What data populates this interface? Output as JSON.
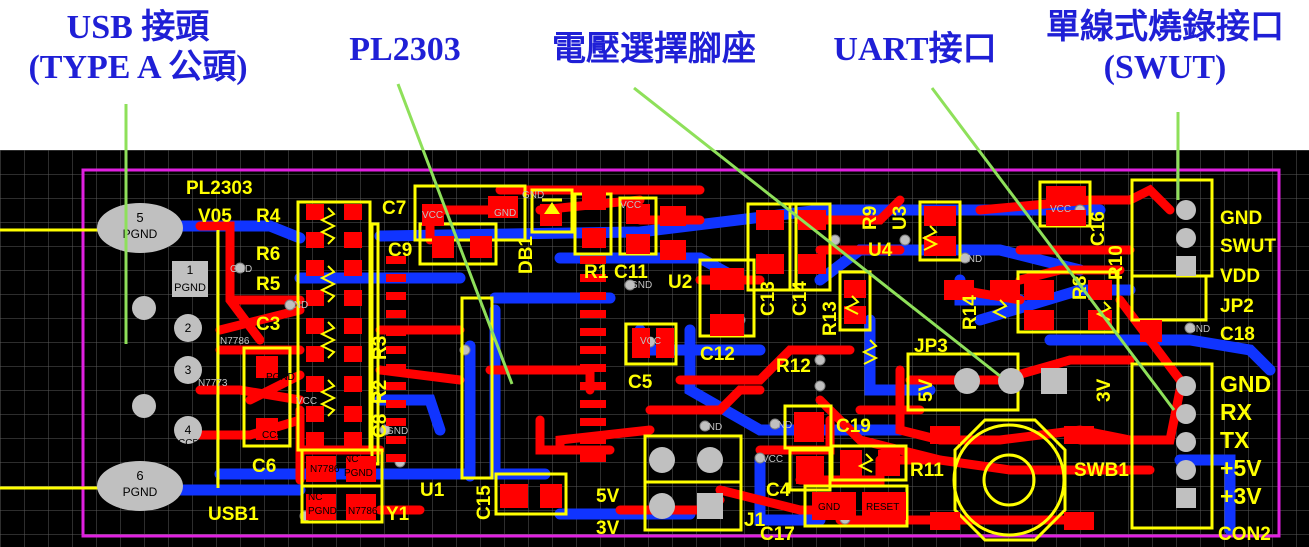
{
  "callouts": {
    "usb_line1": "USB 接頭",
    "usb_line2": "(TYPE A 公頭)",
    "pl2303": "PL2303",
    "voltage_jumper": "電壓選擇腳座",
    "uart": "UART接口",
    "swut_line1": "單線式燒錄接口",
    "swut_line2": "(SWUT)"
  },
  "silkscreen": {
    "pl2303": "PL2303",
    "v05": "V05",
    "r4": "R4",
    "r6": "R6",
    "r5": "R5",
    "c3": "C3",
    "r3": "R3",
    "r2": "R2",
    "c8": "C8",
    "c6": "C6",
    "usb1": "USB1",
    "u1": "U1",
    "y1": "Y1",
    "c7": "C7",
    "c9": "C9",
    "db1": "DB1",
    "r1": "R1",
    "c11": "C11",
    "u2": "U2",
    "c13": "C13",
    "c14": "C14",
    "c12": "C12",
    "c5": "C5",
    "r13": "R13",
    "r9": "R9",
    "u3": "U3",
    "u4": "U4",
    "r14": "R14",
    "r8": "R8",
    "r10": "R10",
    "c16": "C16",
    "c18": "C18",
    "jp2": "JP2",
    "jp3": "JP3",
    "r12": "R12",
    "c19": "C19",
    "r11": "R11",
    "swb1": "SWB1",
    "c15": "C15",
    "c4": "C4",
    "c17": "C17",
    "j1": "J1",
    "j1_5v": "5V",
    "j1_3v": "3V",
    "jp3_5v": "5V",
    "jp3_3v": "3V",
    "con2": "CON2"
  },
  "swut_header": {
    "labels": [
      "GND",
      "SWUT",
      "VDD"
    ]
  },
  "uart_header": {
    "labels": [
      "GND",
      "RX",
      "TX",
      "+5V",
      "+3V"
    ]
  },
  "usb_pads": [
    {
      "num": "5",
      "net": "PGND"
    },
    {
      "num": "1",
      "net": "PGND"
    },
    {
      "num": "2",
      "net": "N7786"
    },
    {
      "num": "3",
      "net": "N7773"
    },
    {
      "num": "4",
      "net": "CC5"
    },
    {
      "num": "6",
      "net": "PGND"
    }
  ],
  "net_labels": {
    "vcc": "VCC",
    "gnd": "GND",
    "pgnd": "PGND",
    "nc": "NC",
    "reset": "RESET",
    "n7786": "N7786"
  },
  "colors": {
    "board_bg": "#000000",
    "grid": "#5a5a5a",
    "board_outline": "#e020e0",
    "top_copper": "#ff0000",
    "bottom_copper": "#1034ff",
    "silkscreen": "#ffff00",
    "pad": "#c0c0c0",
    "leader": "#8ee05a",
    "callout_text": "#1f1fd6"
  }
}
